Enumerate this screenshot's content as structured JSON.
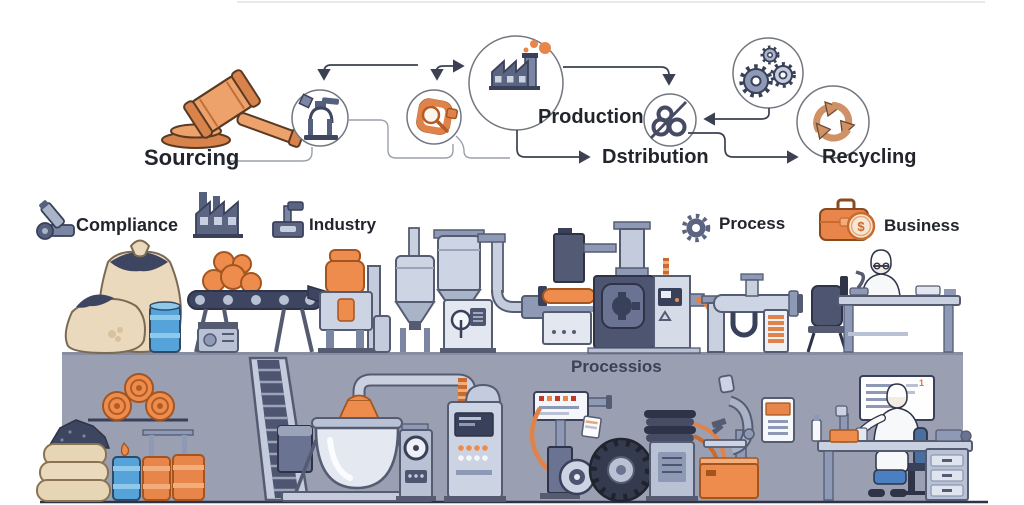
{
  "flow": {
    "stages": [
      {
        "id": "sourcing",
        "label": "Sourcing",
        "icon": "gavel-icon"
      },
      {
        "id": "production",
        "label": "Production",
        "icon": "factory-icon"
      },
      {
        "id": "distribution",
        "label": "Dstribution",
        "icon": "knot-icon"
      },
      {
        "id": "recycling",
        "label": "Recycling",
        "icon": "recycle-icon"
      }
    ],
    "node_icons": [
      "press-machine-icon",
      "clamp-inspection-icon",
      "factory-icon",
      "knot-icon",
      "gears-icon",
      "recycle-icon"
    ]
  },
  "legend": {
    "items": [
      {
        "label": "Compliance",
        "icon": "micrometer-icon"
      },
      {
        "label": "Industry",
        "icon": "factory-small-icon"
      },
      {
        "label": "Process",
        "icon": "gear-icon"
      },
      {
        "label": "Business",
        "icon": "briefcase-icon",
        "coin_symbol": "$"
      }
    ]
  },
  "underground": {
    "label": "Processios",
    "board_mark": "1"
  },
  "colors": {
    "accent_orange": "#ee8c4d",
    "slate_dark": "#4d5571",
    "slate_mid": "#8d99b5",
    "slate_light": "#c9d0df",
    "band_gray": "#9aa0b2",
    "tan": "#ead9bd",
    "barrel_blue": "#55a3d8",
    "text_dark": "#22252c"
  }
}
